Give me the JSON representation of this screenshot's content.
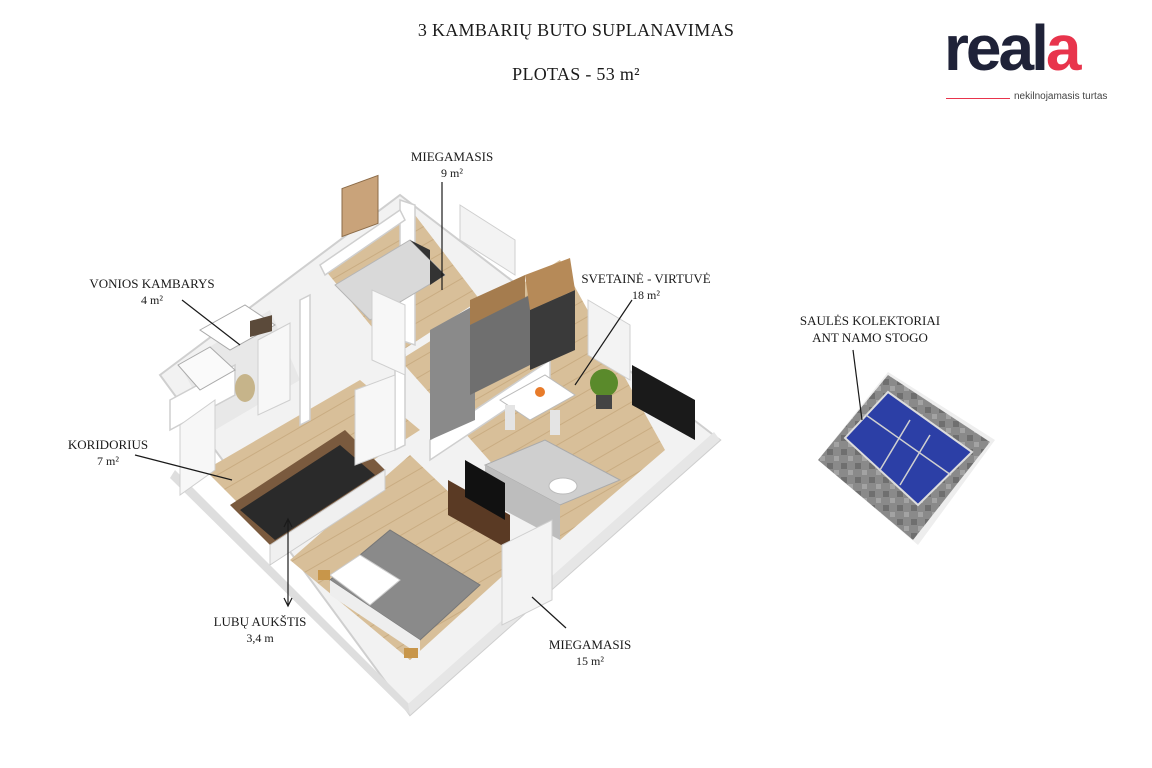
{
  "header": {
    "title": "3 KAMBARIŲ BUTO SUPLANAVIMAS",
    "area": "PLOTAS - 53 m²"
  },
  "logo": {
    "word_main": "real",
    "word_accent": "a",
    "tagline": "nekilnojamasis turtas",
    "colors": {
      "dark": "#1f2238",
      "accent": "#e8344c"
    }
  },
  "rooms": {
    "bedroom_small": {
      "name": "MIEGAMASIS",
      "area": "9 m²"
    },
    "bathroom": {
      "name": "VONIOS KAMBARYS",
      "area": "4 m²"
    },
    "living_kitchen": {
      "name": "SVETAINĖ - VIRTUVĖ",
      "area": "18 m²"
    },
    "corridor": {
      "name": "KORIDORIUS",
      "area": "7 m²"
    },
    "ceiling": {
      "name": "LUBŲ AUKŠTIS",
      "area": "3,4 m"
    },
    "bedroom_large": {
      "name": "MIEGAMASIS",
      "area": "15 m²"
    }
  },
  "solar": {
    "line1": "SAULĖS KOLEKTORIAI",
    "line2": "ANT NAMO STOGO"
  }
}
